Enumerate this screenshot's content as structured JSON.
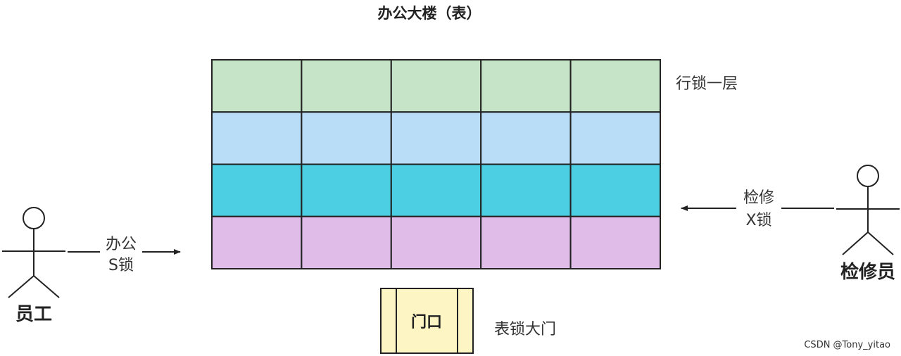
{
  "title": "办公大楼（表）",
  "floors": [
    {
      "color": "#c6e4c8",
      "cells": 5
    },
    {
      "color": "#b9dcf7",
      "cells": 5
    },
    {
      "color": "#4ccfe2",
      "cells": 5
    },
    {
      "color": "#e0bde8",
      "cells": 5
    }
  ],
  "row_lock_label": "行锁一层",
  "door": {
    "label": "门口",
    "fill": "#fdf6c4"
  },
  "table_lock_label": "表锁大门",
  "employee": {
    "name": "员工",
    "action_line1": "办公",
    "action_line2": "S锁"
  },
  "repairman": {
    "name": "检修员",
    "action_line1": "检修",
    "action_line2": "X锁"
  },
  "watermark": "CSDN @Tony_yitao"
}
